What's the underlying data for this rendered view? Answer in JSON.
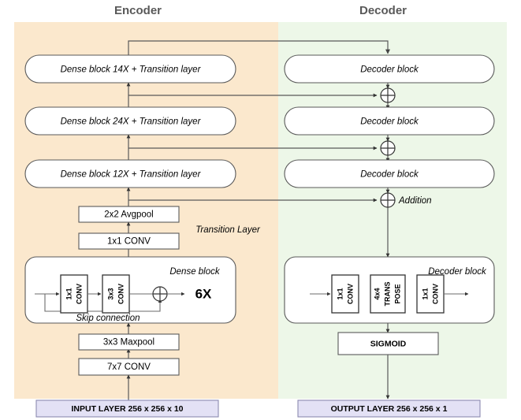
{
  "figure": {
    "title_encoder": "Encoder",
    "title_decoder": "Decoder"
  },
  "panels": {
    "encoder": {
      "label": "Encoder",
      "color": "#fbe8cd"
    },
    "decoder": {
      "label": "Decoder",
      "color": "#edf7e8"
    }
  },
  "encoder": {
    "blocks": [
      {
        "label": "Dense block 14X + Transition layer"
      },
      {
        "label": "Dense block 24X + Transition layer"
      },
      {
        "label": "Dense block 12X + Transition layer"
      }
    ],
    "transition": {
      "title": "Transition Layer",
      "avgpool": "2x2 Avgpool",
      "conv": "1x1 CONV"
    },
    "dense_block": {
      "title": "Dense block",
      "conv1": {
        "line1": "1x1",
        "line2": "CONV"
      },
      "conv2": {
        "line1": "3x3",
        "line2": "CONV"
      },
      "skip_label": "Skip connection",
      "repeat": "6X",
      "add_icon": "plus-circle-icon"
    },
    "stem": {
      "maxpool": "3x3 Maxpool",
      "conv": "7x7 CONV"
    },
    "input_layer": "INPUT LAYER 256 x 256 x 10"
  },
  "decoder": {
    "blocks": [
      {
        "label": "Decoder block"
      },
      {
        "label": "Decoder block"
      },
      {
        "label": "Decoder block"
      }
    ],
    "decoder_block": {
      "title": "Decoder block",
      "conv1": {
        "line1": "1x1",
        "line2": "CONV"
      },
      "transpose": {
        "line1": "4x4",
        "line2": "TRANS",
        "line3": "POSE"
      },
      "conv2": {
        "line1": "1x1",
        "line2": "CONV"
      }
    },
    "sigmoid": "SIGMOID",
    "output_layer": "OUTPUT LAYER 256 x 256 x 1",
    "additions": [
      {
        "label": "",
        "icon": "plus-circle-icon"
      },
      {
        "label": "",
        "icon": "plus-circle-icon"
      },
      {
        "label": "Addition",
        "icon": "plus-circle-icon"
      }
    ]
  },
  "colors": {
    "encoder_bg": "#fbe8cd",
    "decoder_bg": "#edf7e8",
    "io_bg": "#e3e1f5",
    "stroke": "#595959",
    "title_text": "#595959"
  }
}
